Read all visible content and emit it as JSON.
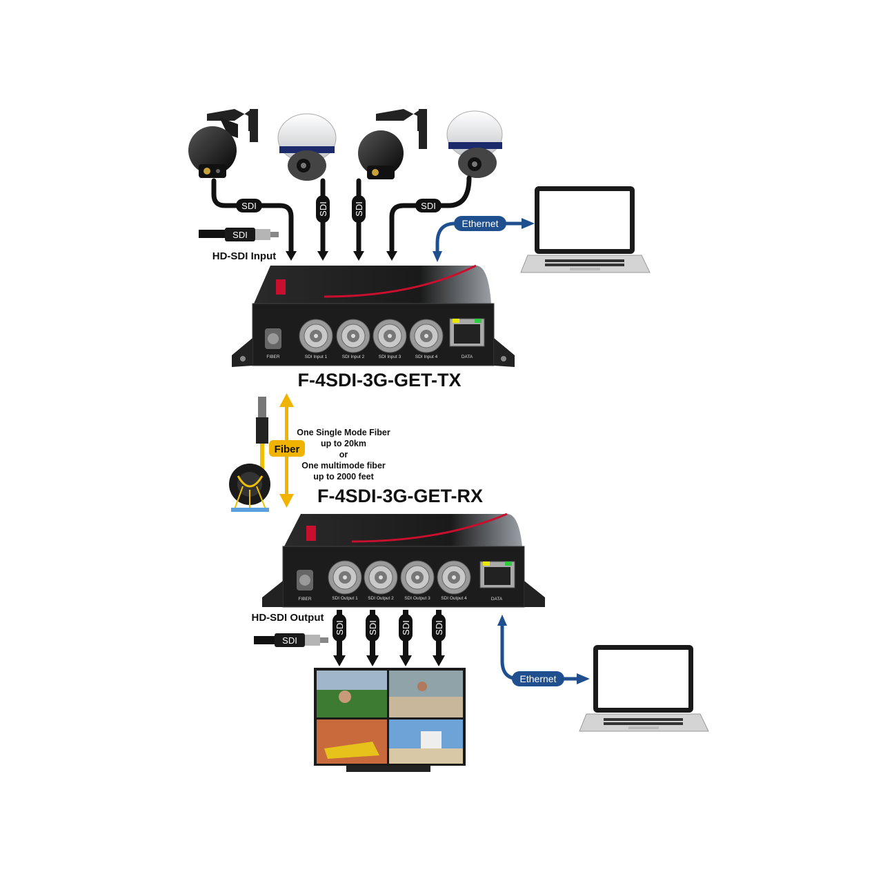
{
  "transmitter": {
    "model": "F-4SDI-3G-GET-TX",
    "input_label": "HD-SDI  Input",
    "fiber_port_label": "FIBER",
    "data_port_label": "DATA",
    "ports": [
      "SDI Input 1",
      "SDI Input 2",
      "SDI Input 3",
      "SDI Input 4"
    ]
  },
  "receiver": {
    "model": "F-4SDI-3G-GET-RX",
    "output_label": "HD-SDI  Output",
    "fiber_port_label": "FIBER",
    "data_port_label": "DATA",
    "ports": [
      "SDI Output 1",
      "SDI Output 2",
      "SDI Output 3",
      "SDI Output 4"
    ]
  },
  "cables": {
    "sdi_tag": "SDI",
    "connector_tag": "SDI",
    "ethernet_label": "Ethernet"
  },
  "fiber": {
    "badge": "Fiber",
    "note_lines": [
      "One Single Mode Fiber",
      "up to 20km",
      "or",
      "One multimode fiber",
      "up to 2000 feet"
    ]
  },
  "colors": {
    "sdi_cable": "#111111",
    "ethernet": "#1f4f8f",
    "fiber_arrow": "#f0b400",
    "chassis": "#1c1c1c",
    "accent_red": "#c8102e"
  },
  "icons": [
    "ptz-camera-icon",
    "dome-camera-icon",
    "laptop-icon",
    "bnc-connector-icon",
    "fiber-reel-icon",
    "quad-monitor-icon"
  ]
}
